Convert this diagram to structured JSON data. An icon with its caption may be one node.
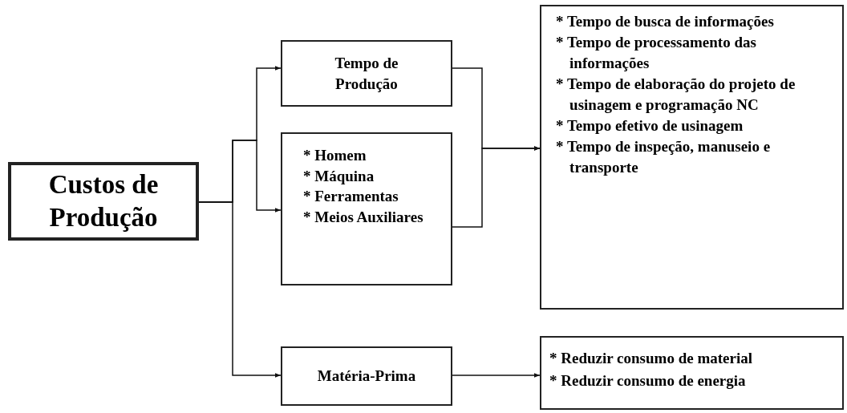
{
  "diagram": {
    "nodes": [
      {
        "text": [
          "Custos de Produção"
        ]
      },
      {
        "text": [
          "Tempo de Produção"
        ]
      },
      {
        "text": [
          "* Homem",
          "* Máquina",
          "* Ferramentas",
          "* Meios Auxiliares"
        ]
      },
      {
        "text": [
          "Matéria-Prima"
        ]
      },
      {
        "text": [
          "* Tempo de busca de informações",
          "* Tempo de processamento das informações",
          "* Tempo de elaboração do projeto de usinagem e programação NC",
          "* Tempo efetivo de usinagem",
          "* Tempo de inspeção, manuseio e transporte"
        ]
      },
      {
        "text": [
          "* Reduzir consumo de material",
          "* Reduzir consumo de energia"
        ]
      }
    ],
    "edges": [
      {
        "from": 0,
        "to": 1,
        "arrow": "to"
      },
      {
        "from": 0,
        "to": 2,
        "arrow": "to"
      },
      {
        "from": 0,
        "to": 3,
        "arrow": "to"
      },
      {
        "from": 1,
        "to": 4,
        "arrow": "to"
      },
      {
        "from": 2,
        "to": 4,
        "arrow": "to"
      },
      {
        "from": 3,
        "to": 5,
        "arrow": "to"
      }
    ]
  }
}
